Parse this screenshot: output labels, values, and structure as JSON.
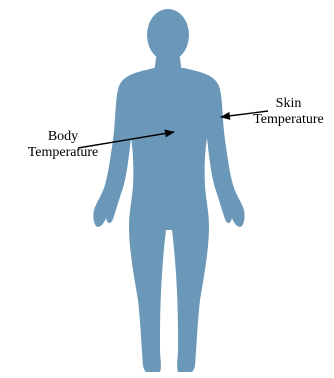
{
  "labels": {
    "body": {
      "line1": "Body",
      "line2": "Temperature"
    },
    "skin": {
      "line1": "Skin",
      "line2": "Temperature"
    }
  },
  "colors": {
    "figure": "#6b98b9",
    "text": "#000000",
    "arrow": "#000000"
  },
  "icons": {
    "figure": "human-body-silhouette",
    "arrow": "arrow"
  }
}
